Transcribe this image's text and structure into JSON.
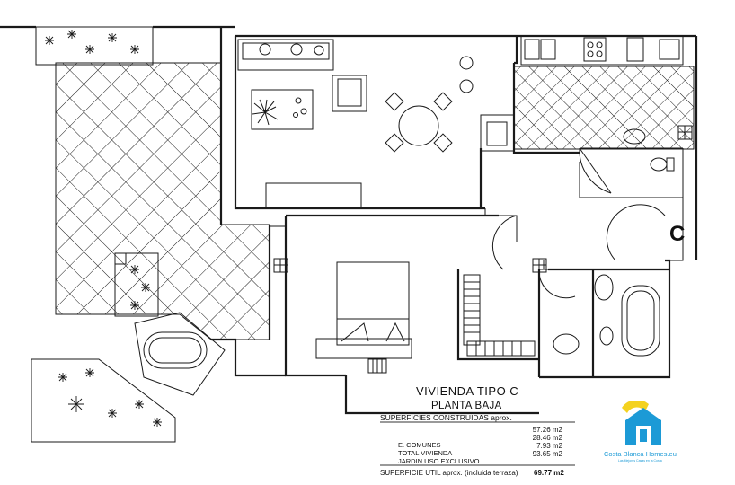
{
  "plan": {
    "title": "VIVIENDA TIPO C",
    "subtitle": "PLANTA BAJA",
    "marker": "C",
    "table": {
      "header": "SUPERFICIES CONSTRUIDAS aprox.",
      "values": [
        "57.26 m2",
        "28.46 m2",
        "7.93 m2",
        "93.65 m2"
      ],
      "labels": [
        "E. COMUNES",
        "TOTAL VIVIENDA",
        "JARDIN USO EXCLUSIVO"
      ],
      "footer_label": "SUPERFICIE UTIL aprox. (incluida terraza)",
      "footer_value": "69.77 m2"
    }
  },
  "logo": {
    "name": "Costa Blanca Homes.eu",
    "tagline": "Las Mejores Casas en la Costa",
    "colors": {
      "sun": "#f4d21f",
      "house": "#1c9ad6"
    }
  },
  "colors": {
    "line": "#1a1a1a",
    "background": "#ffffff"
  }
}
